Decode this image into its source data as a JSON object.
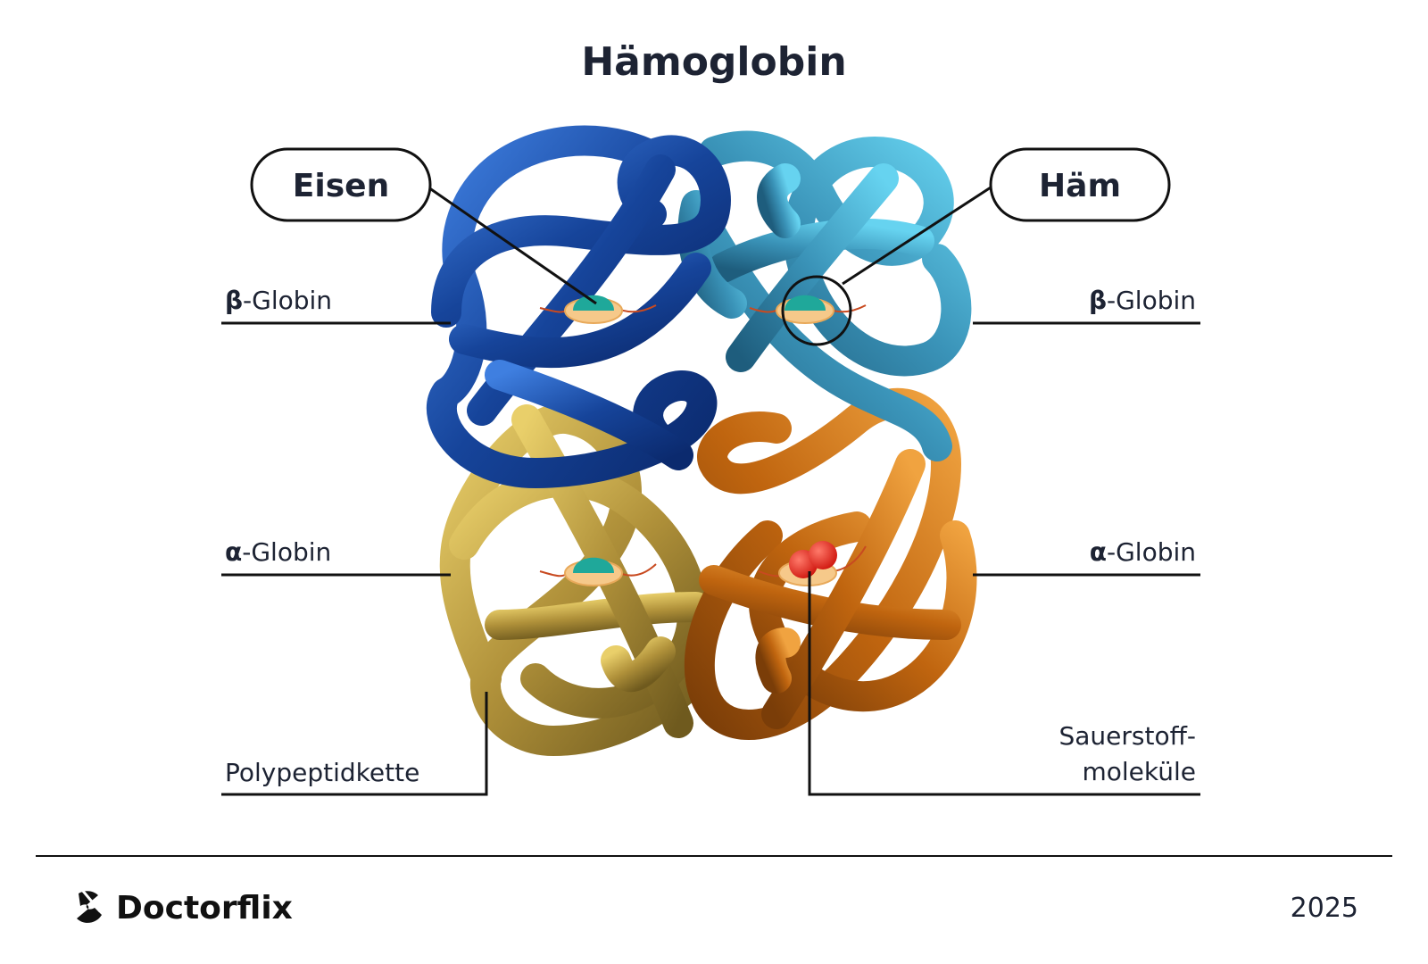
{
  "title": "Hämoglobin",
  "callouts": {
    "iron": "Eisen",
    "heme": "Häm"
  },
  "labels": {
    "beta_left_greek": "β",
    "beta_left_text": "-Globin",
    "beta_right_greek": "β",
    "beta_right_text": "-Globin",
    "alpha_left_greek": "α",
    "alpha_left_text": "-Globin",
    "alpha_right_greek": "α",
    "alpha_right_text": "-Globin",
    "polypeptide": "Polypeptidkette",
    "oxygen_line1": "Sauerstoff-",
    "oxygen_line2": "moleküle"
  },
  "footer": {
    "brand": "Doctorflix",
    "year": "2025"
  },
  "colors": {
    "beta_left": "#1f4fa8",
    "beta_right": "#3f9fc4",
    "alpha_left": "#b7983a",
    "alpha_right": "#c86d14",
    "heme_green": "#1fa89a",
    "heme_disk": "#f6c98a",
    "oxygen_red": "#e4241f"
  }
}
